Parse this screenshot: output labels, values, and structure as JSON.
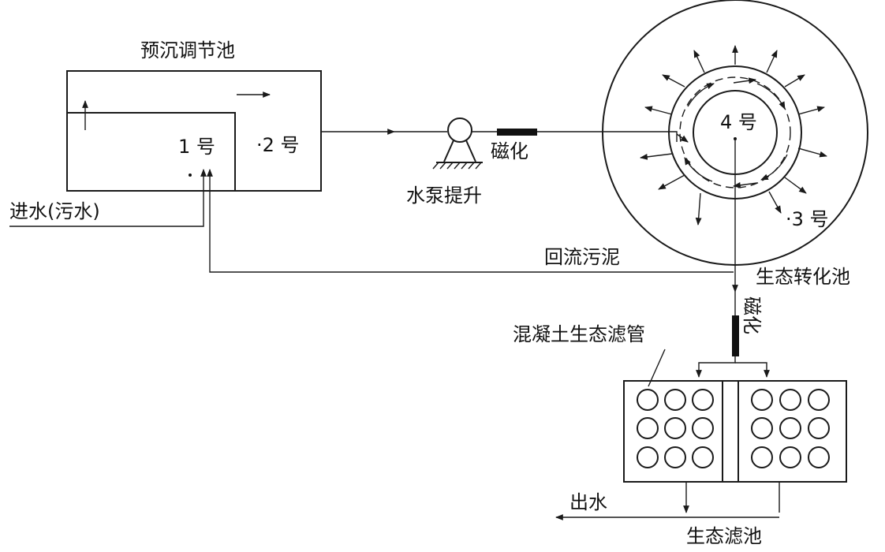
{
  "labels": {
    "pre_settle_tank": "预沉调节池",
    "point1": "1 号",
    "point2": "·2 号",
    "inlet": "进水(污水)",
    "pump": "水泵提升",
    "magnet1": "磁化",
    "return_sludge": "回流污泥",
    "point4": "4 号",
    "point3": "·3 号",
    "eco_tank": "生态转化池",
    "magnet2": "磁化",
    "tubes": "混凝土生态滤管",
    "outlet": "出水",
    "filter_pool": "生态滤池"
  },
  "colors": {
    "line": "#1a1a1a",
    "background": "#ffffff"
  }
}
